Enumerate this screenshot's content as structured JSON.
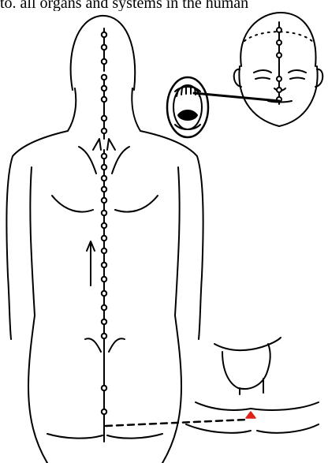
{
  "caption": {
    "text": "to. all organs and systems in the human"
  },
  "diagram": {
    "icons": [
      "back-torso-illustration",
      "head-front-illustration",
      "open-mouth-illustration",
      "perineum-illustration"
    ],
    "colors": {
      "ink": "#000000",
      "marker": "#e0201a",
      "paper": "#ffffff"
    }
  }
}
